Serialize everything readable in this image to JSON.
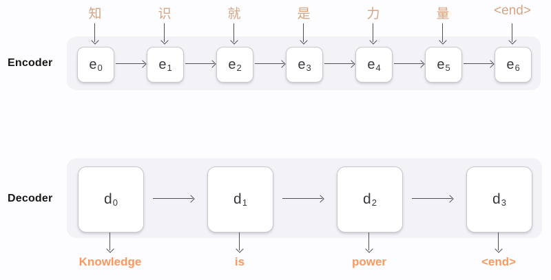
{
  "encoder": {
    "section_label": "Encoder",
    "inputs": [
      "知",
      "识",
      "就",
      "是",
      "力",
      "量",
      "<end>"
    ],
    "units": [
      {
        "base": "e",
        "sub": "0"
      },
      {
        "base": "e",
        "sub": "1"
      },
      {
        "base": "e",
        "sub": "2"
      },
      {
        "base": "e",
        "sub": "3"
      },
      {
        "base": "e",
        "sub": "4"
      },
      {
        "base": "e",
        "sub": "5"
      },
      {
        "base": "e",
        "sub": "6"
      }
    ]
  },
  "decoder": {
    "section_label": "Decoder",
    "units": [
      {
        "base": "d",
        "sub": "0"
      },
      {
        "base": "d",
        "sub": "1"
      },
      {
        "base": "d",
        "sub": "2"
      },
      {
        "base": "d",
        "sub": "3"
      }
    ],
    "outputs": [
      "Knowledge",
      "is",
      "power",
      "<end>"
    ]
  },
  "colors": {
    "page_bg": "#fdfcfe",
    "panel_bg": "#f3f2f7",
    "cell_bg": "#ffffff",
    "cell_border": "#c9c7ce",
    "cell_text": "#3b393f",
    "arrow": "#4f4d53",
    "input_label": "#d5a583",
    "output_label": "#f9995f",
    "section_label": "#161616"
  }
}
